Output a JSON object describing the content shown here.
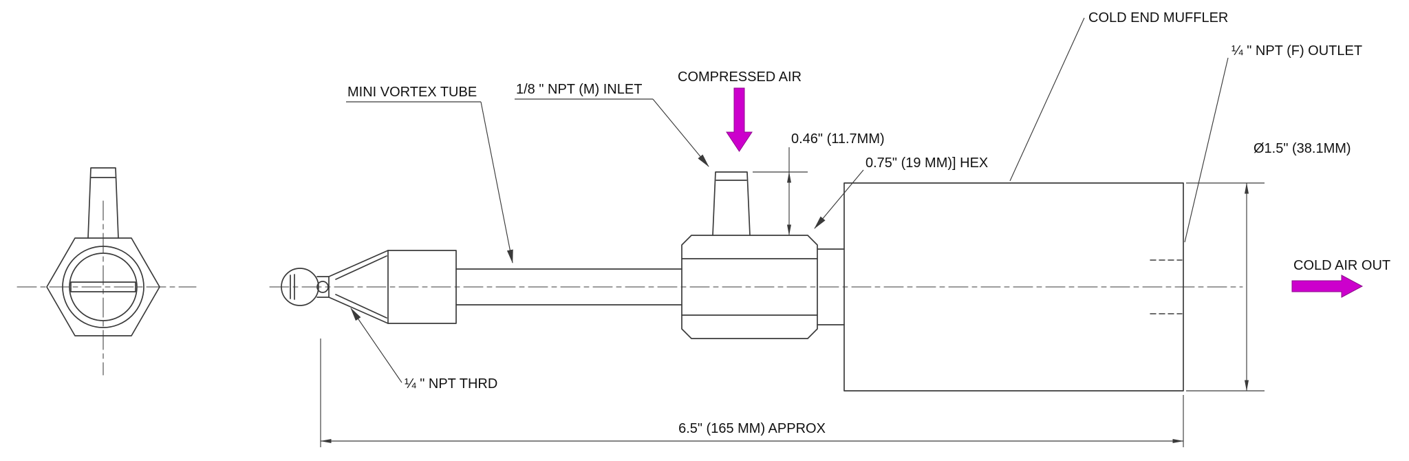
{
  "labels": {
    "cold_end_muffler": "COLD END MUFFLER",
    "outlet": "¼ \" NPT (F) OUTLET",
    "compressed_air": "COMPRESSED AIR",
    "inlet": "1/8 \" NPT (M) INLET",
    "mini_vortex_tube": "MINI VORTEX TUBE",
    "cold_air_out": "COLD AIR OUT",
    "npt_thread": "¼ \" NPT THRD"
  },
  "dimensions": {
    "inlet_height": "0.46\" (11.7MM)",
    "hex": "0.75\" (19 MM)] HEX",
    "diameter": "Ø1.5\" (38.1MM)",
    "overall_length": "6.5\" (165 MM) APPROX"
  },
  "icons": {
    "compressed_air_arrow": "down-arrow",
    "cold_air_out_arrow": "right-arrow"
  },
  "colors": {
    "line": "#3a3a3a",
    "text": "#111111",
    "flow_arrow": "#cc00cc",
    "background": "#ffffff"
  }
}
